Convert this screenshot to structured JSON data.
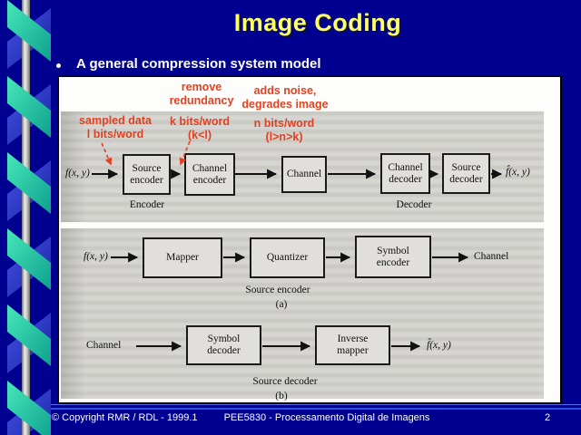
{
  "slide": {
    "title": "Image Coding",
    "bullet_text": "A general compression system model"
  },
  "annotations": {
    "remove_redundancy": "remove\nredundancy",
    "adds_noise": "adds noise,\ndegrades image",
    "sampled_data": "sampled data\nl bits/word",
    "k_bits": "k bits/word\n(k<l)",
    "n_bits": "n bits/word\n(l>n>k)"
  },
  "diagram_general": {
    "input_label": "f(x, y)",
    "output_label": "f̂(x, y)",
    "boxes": [
      {
        "label": "Source\nencoder"
      },
      {
        "label": "Channel\nencoder"
      },
      {
        "label": "Channel"
      },
      {
        "label": "Channel\ndecoder"
      },
      {
        "label": "Source\ndecoder"
      }
    ],
    "encoder_caption": "Encoder",
    "decoder_caption": "Decoder"
  },
  "diagram_source_encoder": {
    "input_label": "f(x, y)",
    "boxes": [
      {
        "label": "Mapper"
      },
      {
        "label": "Quantizer"
      },
      {
        "label": "Symbol\nencoder"
      }
    ],
    "output_label": "Channel",
    "caption": "Source encoder",
    "sub_caption": "(a)"
  },
  "diagram_source_decoder": {
    "input_label": "Channel",
    "boxes": [
      {
        "label": "Symbol\ndecoder"
      },
      {
        "label": "Inverse\nmapper"
      }
    ],
    "output_label": "f̂(x, y)",
    "caption": "Source decoder",
    "sub_caption": "(b)"
  },
  "footer": {
    "copyright": "© Copyright RMR / RDL - 1999.1",
    "course": "PEE5830 - Processamento Digital de Imagens",
    "page_number": "2"
  },
  "colors": {
    "background": "#000090",
    "title_yellow": "#ffff66",
    "annotation_red": "#e04222",
    "ribbon_teal": "#2fd8ac",
    "ribbon_blue": "#2a35c8",
    "footer_line_blue": "#2f4fe0",
    "scan_gray": "#d6d5d1"
  }
}
